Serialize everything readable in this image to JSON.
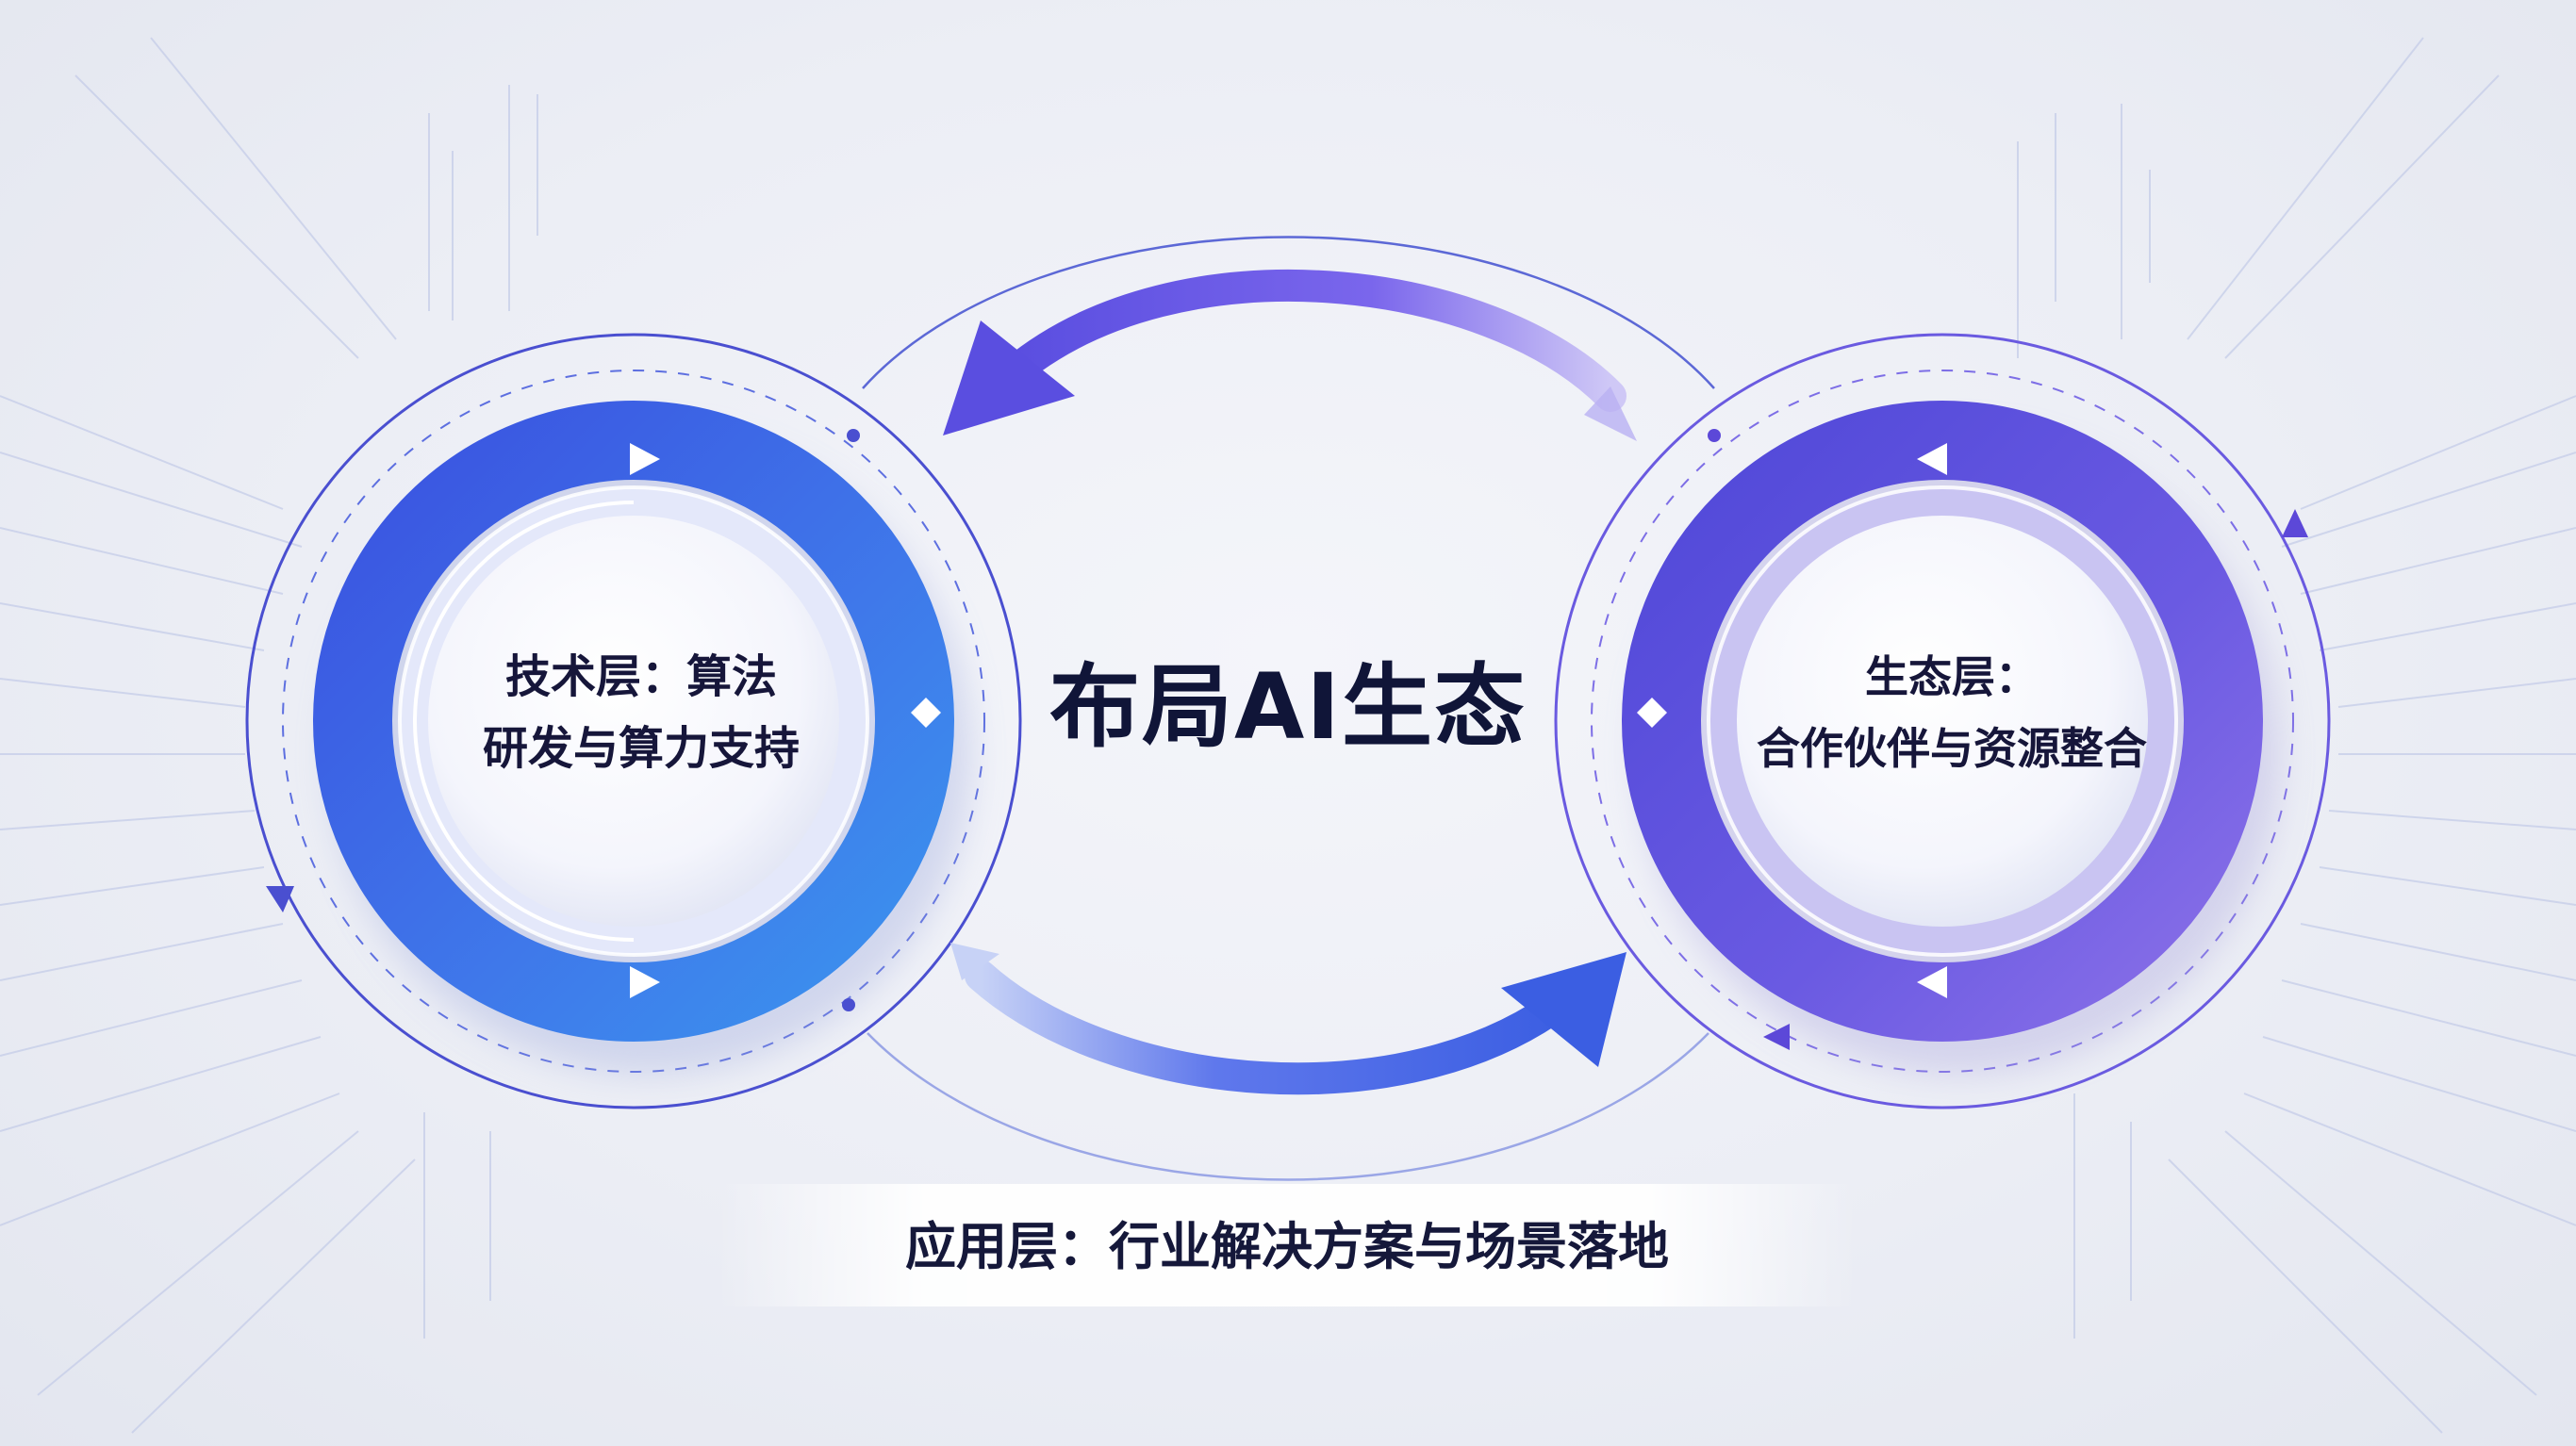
{
  "diagram": {
    "center_title": "布局AI生态",
    "left_node": {
      "line1": "技术层：算法",
      "line2": "研发与算力支持"
    },
    "right_node": {
      "line1": "生态层：",
      "line2": "合作伙伴与资源整合"
    },
    "bottom_node": {
      "text": "应用层：行业解决方案与场景落地"
    }
  },
  "colors": {
    "left_ring": "#3f6ee8",
    "right_ring": "#6a55e0",
    "arrow_top": "#6a58e6",
    "arrow_bottom": "#4e68ea",
    "title_text": "#101538"
  }
}
